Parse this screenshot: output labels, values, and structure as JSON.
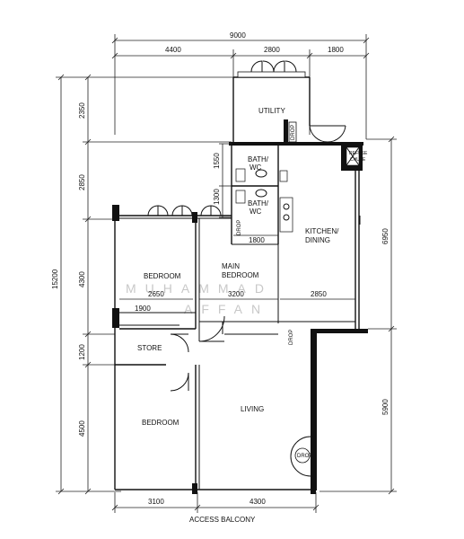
{
  "dimensions": {
    "top_total": "9000",
    "top_segments": [
      "4400",
      "2800",
      "1800"
    ],
    "left_total": "15200",
    "left_segments": [
      "2350",
      "2850",
      "4300",
      "1200",
      "4500"
    ],
    "right_segments": [
      "6950",
      "5900"
    ],
    "bottom_segments": [
      "3100",
      "4300"
    ],
    "internal": {
      "bath_upper": "1550",
      "bath_lower": "1300",
      "bath_width": "1800",
      "bedroom_width": "2650",
      "main_bedroom_width": "3200",
      "kitchen_width": "2850",
      "store_width": "1900"
    }
  },
  "rooms": {
    "utility": "UTILITY",
    "bath1_line1": "BATH/",
    "bath1_line2": "WC",
    "bath2_line1": "BATH/",
    "bath2_line2": "WC",
    "kitchen_line1": "KITCHEN/",
    "kitchen_line2": "DINING",
    "bedroom": "BEDROOM",
    "main_bedroom_line1": "MAIN",
    "main_bedroom_line2": "BEDROOM",
    "store": "STORE",
    "bedroom2": "BEDROOM",
    "living": "LIVING",
    "refuse_line1": "REFUSE",
    "refuse_line2": "CHUTE"
  },
  "labels": {
    "drop": "DROP",
    "access_balcony": "ACCESS BALCONY"
  },
  "watermark": {
    "line1": "MUHAMMAD",
    "line2": "AFFAN"
  }
}
